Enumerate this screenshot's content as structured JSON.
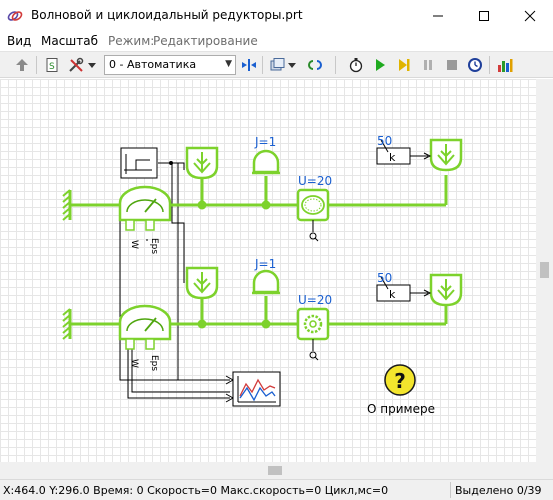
{
  "window": {
    "title": "Волновой и циклоидальный редукторы.prt",
    "minimize_glyph": "—",
    "maximize_glyph": "☐",
    "close_glyph": "✕"
  },
  "menu": {
    "items": [
      "Вид",
      "Масштаб"
    ],
    "mode_label": "Режим:",
    "mode_value": "Редактирование"
  },
  "toolbar": {
    "mode_select_value": "0 - Автоматика",
    "icons": [
      "up-arrow-icon",
      "script-icon",
      "tools-icon",
      "dropdown-icon",
      "mode-select",
      "sync-icon",
      "windows-icon",
      "link-icon",
      "stopwatch-icon",
      "play-icon",
      "step-icon",
      "pause-icon",
      "stop-icon",
      "clock-icon",
      "bar-chart-icon"
    ]
  },
  "diagram": {
    "inertia_top_label": "J=1",
    "inertia_bottom_label": "J=1",
    "gear_top_label": "U=20",
    "gear_bottom_label": "U=20",
    "const_top_value": "50",
    "const_bottom_value": "50",
    "const_top_k": "k",
    "const_bottom_k": "k",
    "sensor_w": "W",
    "sensor_eps": "Eps",
    "info_glyph": "?",
    "info_label": "О примере"
  },
  "statusbar": {
    "left": "X:464.0  Y:296.0 Время: 0 Скорость=0 Макс.скорость=0 Цикл,мс=0",
    "right": "Выделено 0/39"
  },
  "colors": {
    "green": "#7dd22c",
    "green_dark": "#4fa60f",
    "link_blue": "#1a5fd0",
    "grid": "#e6e6e6"
  }
}
